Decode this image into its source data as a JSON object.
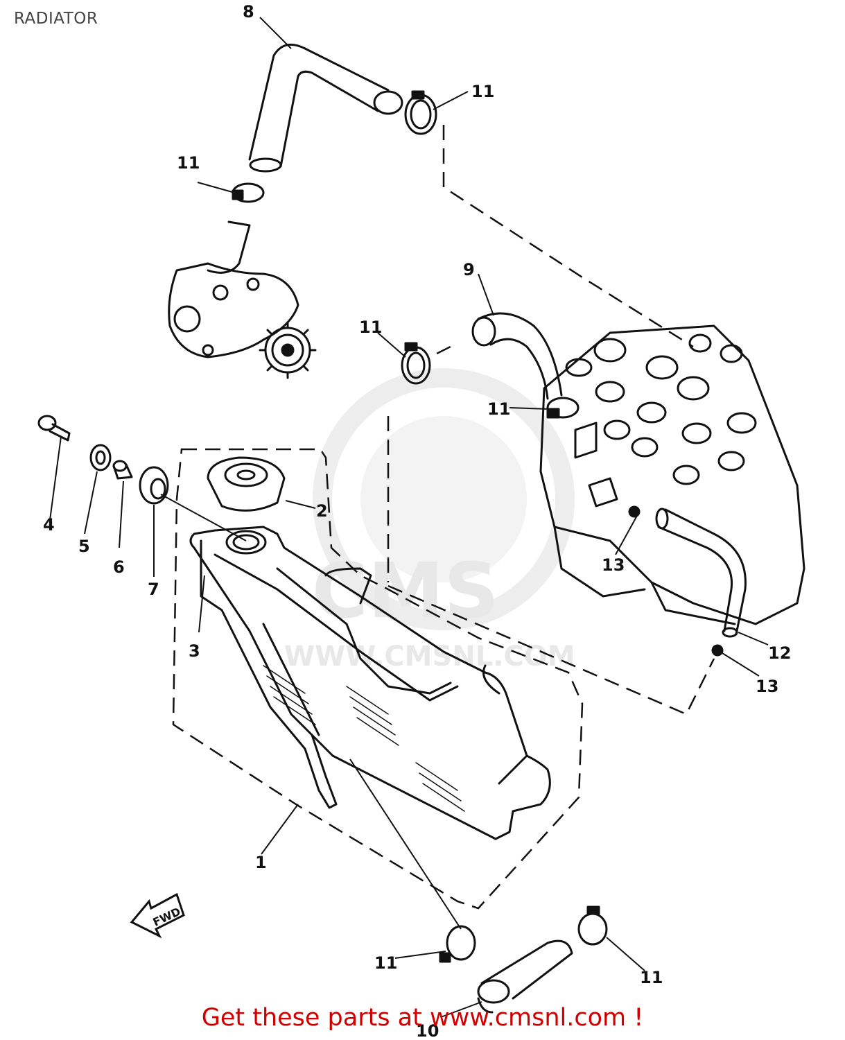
{
  "header": {
    "title": "RADIATOR"
  },
  "footer": {
    "cta": "Get these parts at www.cmsnl.com !"
  },
  "watermark": {
    "brand": "CMS",
    "url": "WWW.CMSNL.COM"
  },
  "fwd_label": "FWD",
  "callouts": [
    {
      "id": "c1",
      "label": "1"
    },
    {
      "id": "c2",
      "label": "2"
    },
    {
      "id": "c3",
      "label": "3"
    },
    {
      "id": "c4",
      "label": "4"
    },
    {
      "id": "c5",
      "label": "5"
    },
    {
      "id": "c6",
      "label": "6"
    },
    {
      "id": "c7",
      "label": "7"
    },
    {
      "id": "c8",
      "label": "8"
    },
    {
      "id": "c9",
      "label": "9"
    },
    {
      "id": "c10",
      "label": "10"
    },
    {
      "id": "c11a",
      "label": "11"
    },
    {
      "id": "c11b",
      "label": "11"
    },
    {
      "id": "c11c",
      "label": "11"
    },
    {
      "id": "c11d",
      "label": "11"
    },
    {
      "id": "c11e",
      "label": "11"
    },
    {
      "id": "c11f",
      "label": "11"
    },
    {
      "id": "c12",
      "label": "12"
    },
    {
      "id": "c13a",
      "label": "13"
    },
    {
      "id": "c13b",
      "label": "13"
    }
  ]
}
